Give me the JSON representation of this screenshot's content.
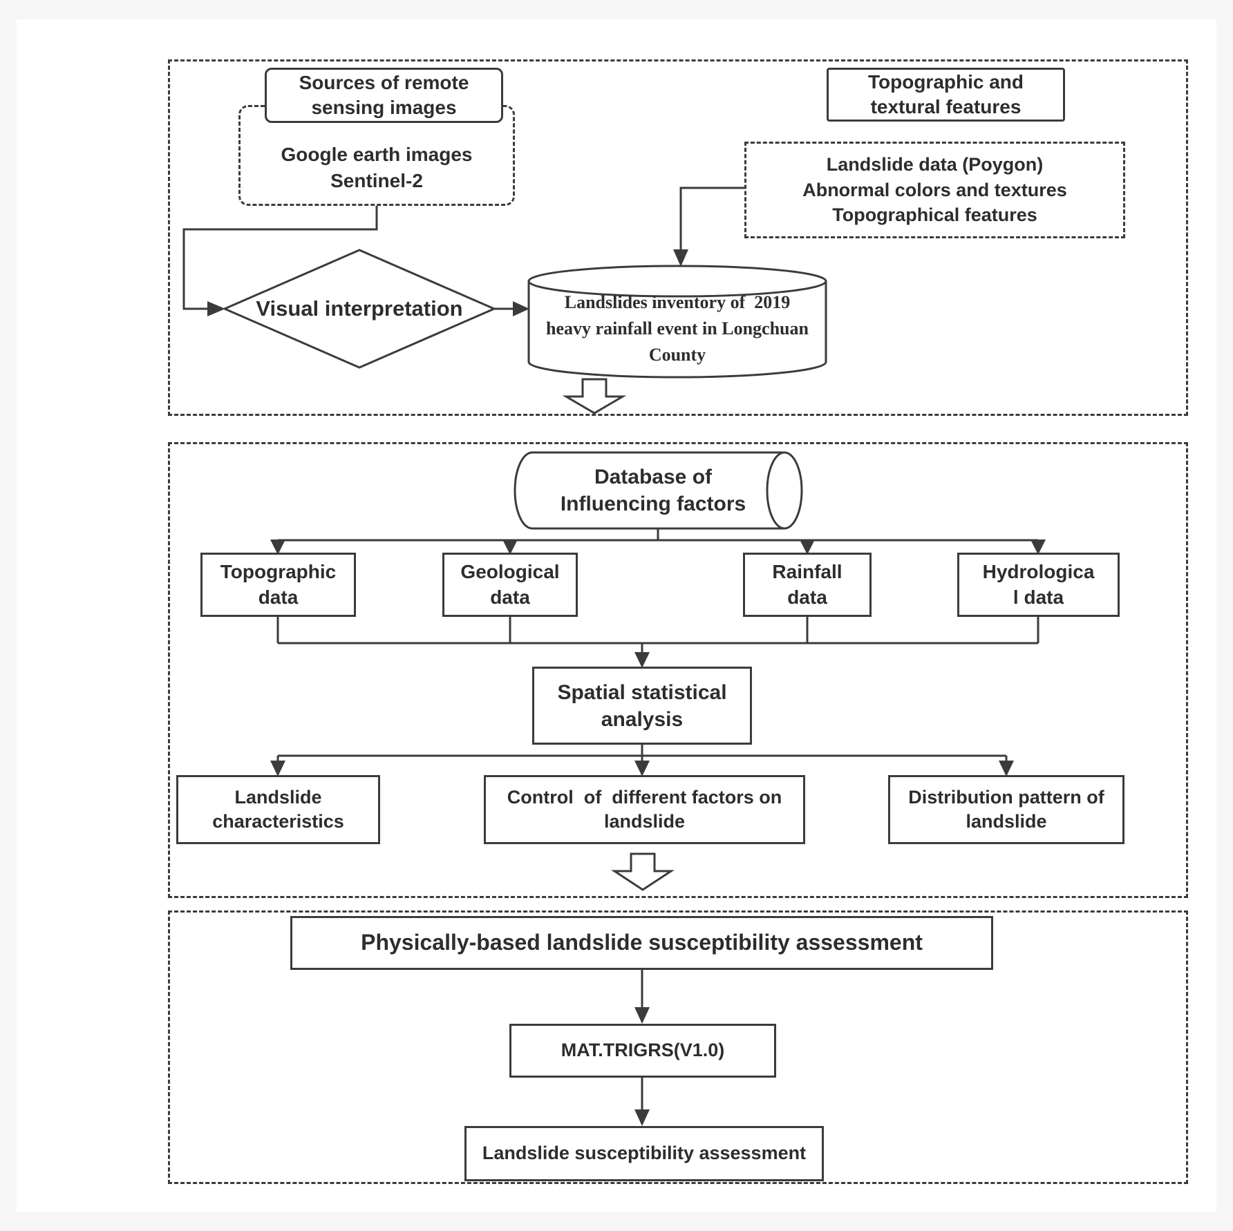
{
  "figure": {
    "background_color": "#f6f6f6",
    "line_color": "#3b3b3b",
    "text_color": "#2d2d2d",
    "shape_fill": "#ffffff"
  },
  "top": {
    "sources_title": "Sources of remote\nsensing images",
    "sources_items": "Google earth images\nSentinel-2",
    "features_title": "Topographic and\ntextural features",
    "features_items": "Landslide data (Poygon)\nAbnormal colors and textures\nTopographical features",
    "decision": "Visual interpretation",
    "inventory": "Landslides inventory of  2019\nheavy rainfall event in Longchuan\nCounty"
  },
  "middle": {
    "database": "Database of\nInfluencing factors",
    "factors": [
      {
        "label": "Topographic\ndata"
      },
      {
        "label": "Geological\ndata"
      },
      {
        "label": "Rainfall\ndata"
      },
      {
        "label": "Hydrologica\nl data"
      }
    ],
    "analysis": "Spatial statistical\nanalysis",
    "results": [
      {
        "label": "Landslide\ncharacteristics"
      },
      {
        "label": "Control  of  different factors on\nlandslide"
      },
      {
        "label": "Distribution pattern of\nlandslide"
      }
    ]
  },
  "bottom": {
    "assessment": "Physically-based landslide susceptibility assessment",
    "model": "MAT.TRIGRS(V1.0)",
    "result": "Landslide susceptibility assessment"
  }
}
